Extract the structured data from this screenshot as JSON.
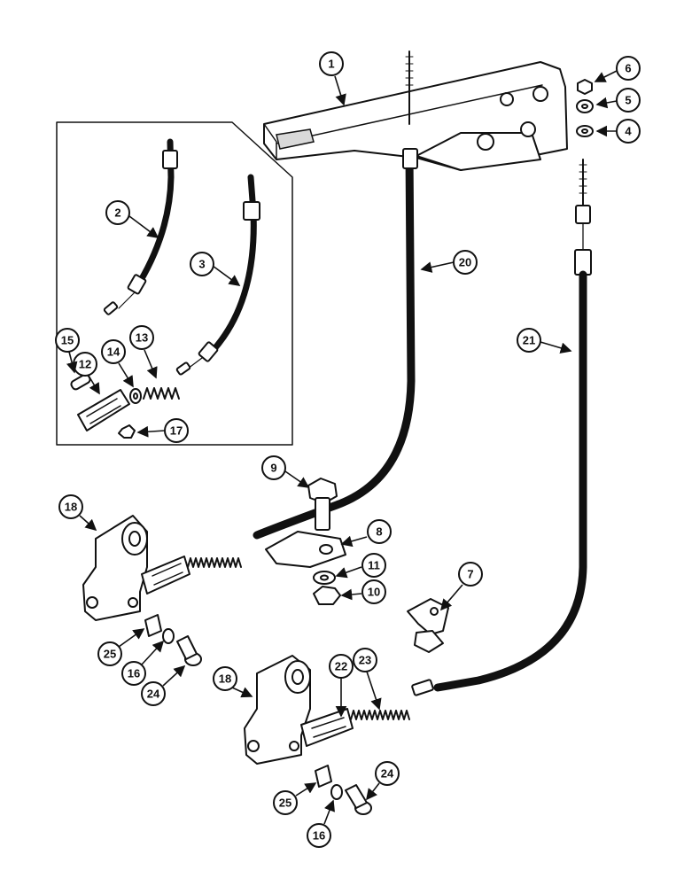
{
  "diagram": {
    "callouts": [
      {
        "id": "1",
        "label": "1"
      },
      {
        "id": "2",
        "label": "2"
      },
      {
        "id": "3",
        "label": "3"
      },
      {
        "id": "4",
        "label": "4"
      },
      {
        "id": "5",
        "label": "5"
      },
      {
        "id": "6",
        "label": "6"
      },
      {
        "id": "7",
        "label": "7"
      },
      {
        "id": "8",
        "label": "8"
      },
      {
        "id": "9",
        "label": "9"
      },
      {
        "id": "10",
        "label": "10"
      },
      {
        "id": "11",
        "label": "11"
      },
      {
        "id": "12",
        "label": "12"
      },
      {
        "id": "13",
        "label": "13"
      },
      {
        "id": "14",
        "label": "14"
      },
      {
        "id": "15",
        "label": "15"
      },
      {
        "id": "16a",
        "label": "16"
      },
      {
        "id": "16b",
        "label": "16"
      },
      {
        "id": "17",
        "label": "17"
      },
      {
        "id": "18a",
        "label": "18"
      },
      {
        "id": "18b",
        "label": "18"
      },
      {
        "id": "20",
        "label": "20"
      },
      {
        "id": "21",
        "label": "21"
      },
      {
        "id": "22",
        "label": "22"
      },
      {
        "id": "23",
        "label": "23"
      },
      {
        "id": "24a",
        "label": "24"
      },
      {
        "id": "24b",
        "label": "24"
      },
      {
        "id": "25a",
        "label": "25"
      },
      {
        "id": "25b",
        "label": "25"
      }
    ]
  }
}
